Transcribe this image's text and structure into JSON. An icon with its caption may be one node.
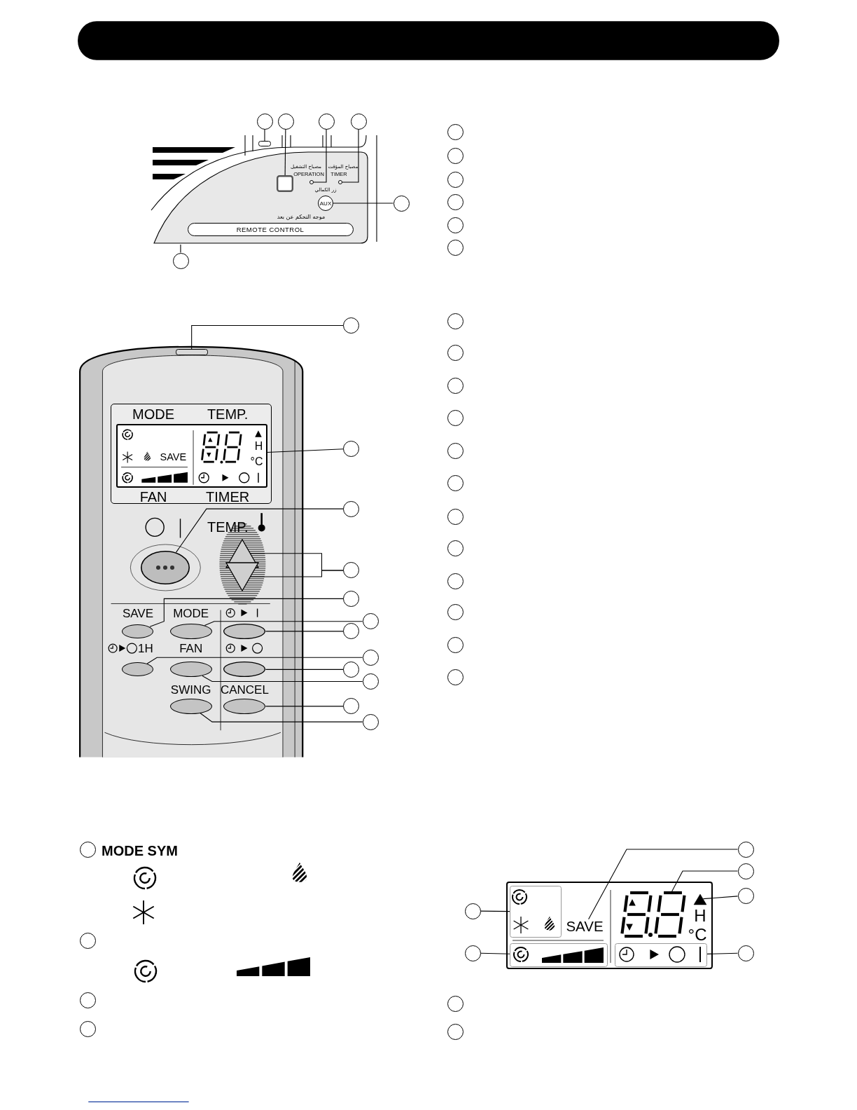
{
  "diagram": {
    "nodes": [
      {
        "text": [],
        "shape": "box"
      },
      {
        "text": [],
        "shape": "box"
      },
      {
        "text": [],
        "shape": "box",
        "in": 0
      },
      {
        "text": [],
        "shape": "circle",
        "in": 0,
        "beside": [
          "مصباح التشغيل",
          "OPERATION"
        ]
      },
      {
        "text": [],
        "shape": "circle",
        "in": 0,
        "beside": [
          "مصباح المؤقت",
          "TIMER"
        ]
      },
      {
        "text": [
          "AUX"
        ],
        "in": 0,
        "beside": [
          "زر الكمالي"
        ]
      },
      {
        "text": [
          "REMOTE CONTROL"
        ],
        "in": 0
      },
      {
        "text": [],
        "shape": "circle"
      },
      {
        "text": [],
        "shape": "circle"
      },
      {
        "text": [],
        "shape": "circle"
      },
      {
        "text": [],
        "shape": "circle"
      },
      {
        "text": [],
        "shape": "circle"
      },
      {
        "text": [],
        "shape": "circle"
      },
      {
        "text": [],
        "shape": "circle"
      },
      {
        "text": [],
        "shape": "circle"
      },
      {
        "text": [],
        "shape": "circle"
      },
      {
        "text": [],
        "shape": "circle"
      },
      {
        "text": [],
        "shape": "circle"
      },
      {
        "text": [],
        "shape": "circle"
      },
      {
        "text": [],
        "shape": "circle"
      },
      {
        "text": [],
        "shape": "circle"
      },
      {
        "text": [],
        "shape": "circle"
      },
      {
        "text": [],
        "shape": "circle"
      },
      {
        "text": [],
        "shape": "circle"
      },
      {
        "text": [],
        "shape": "circle"
      },
      {
        "text": [],
        "shape": "circle"
      },
      {
        "text": [],
        "shape": "circle"
      },
      {
        "text": [],
        "shape": "circle"
      },
      {
        "text": [],
        "shape": "circle"
      },
      {
        "text": [],
        "shape": "circle"
      },
      {
        "text": [],
        "shape": "circle"
      },
      {
        "text": [
          "MODE",
          "TEMP.",
          "FAN",
          "TIMER"
        ]
      },
      {
        "text": [
          "SAVE",
          "H",
          "°C"
        ],
        "in": 31
      },
      {
        "text": [],
        "shape": "oval"
      },
      {
        "text": [],
        "shape": "triangle"
      },
      {
        "text": [],
        "shape": "triangle"
      },
      {
        "text": [
          "SAVE"
        ]
      },
      {
        "text": [
          "MODE"
        ]
      },
      {
        "text": [],
        "shape": "oval"
      },
      {
        "text": [
          "1H"
        ]
      },
      {
        "text": [
          "FAN"
        ]
      },
      {
        "text": [],
        "shape": "oval"
      },
      {
        "text": [
          "SWING"
        ]
      },
      {
        "text": [
          "CANCEL"
        ]
      },
      {
        "text": [],
        "shape": "circle"
      },
      {
        "text": [],
        "shape": "circle"
      },
      {
        "text": [],
        "shape": "circle"
      },
      {
        "text": [],
        "shape": "circle"
      },
      {
        "text": [],
        "shape": "circle"
      },
      {
        "text": [],
        "shape": "circle"
      },
      {
        "text": [],
        "shape": "circle"
      },
      {
        "text": [],
        "shape": "circle"
      },
      {
        "text": [],
        "shape": "circle"
      },
      {
        "text": [],
        "shape": "circle"
      },
      {
        "text": [],
        "shape": "circle"
      },
      {
        "text": [],
        "shape": "circle"
      },
      {
        "text": [],
        "shape": "circle",
        "beside": [
          "MODE SYM"
        ]
      },
      {
        "text": [],
        "shape": "circle"
      },
      {
        "text": [],
        "shape": "circle"
      },
      {
        "text": [],
        "shape": "circle"
      },
      {
        "text": [
          "H",
          "°C"
        ]
      },
      {
        "text": [],
        "shape": "box",
        "in": 60
      },
      {
        "text": [],
        "shape": "box",
        "in": 60
      },
      {
        "text": [],
        "shape": "box",
        "in": 60
      },
      {
        "text": [
          "SAVE"
        ],
        "in": 60
      },
      {
        "text": [],
        "shape": "circle"
      },
      {
        "text": [],
        "shape": "circle"
      },
      {
        "text": [],
        "shape": "circle"
      },
      {
        "text": [],
        "shape": "circle"
      },
      {
        "text": [],
        "shape": "circle"
      },
      {
        "text": [],
        "shape": "circle"
      },
      {
        "text": [],
        "shape": "circle"
      },
      {
        "text": [],
        "shape": "circle"
      },
      {
        "text": [],
        "shape": "box"
      },
      {
        "text": [],
        "shape": "digits",
        "in": 60
      },
      {
        "text": [],
        "shape": "triangle",
        "in": 60
      }
    ],
    "edges": [
      {
        "from": 7,
        "to": 1,
        "arrow": "none"
      },
      {
        "from": 8,
        "to": 2,
        "arrow": "none"
      },
      {
        "from": 9,
        "to": 3,
        "arrow": "none"
      },
      {
        "from": 10,
        "to": 4,
        "arrow": "none"
      },
      {
        "from": 11,
        "to": 5,
        "arrow": "none"
      },
      {
        "from": 12,
        "to": 0,
        "arrow": "none"
      },
      {
        "from": 44,
        "to": 73,
        "arrow": "none"
      },
      {
        "from": 45,
        "to": 32,
        "arrow": "none"
      },
      {
        "from": 46,
        "to": 33,
        "arrow": "none"
      },
      {
        "from": 47,
        "to": 34,
        "arrow": "none"
      },
      {
        "from": 47,
        "to": 35,
        "arrow": "none"
      },
      {
        "from": 48,
        "to": 36,
        "arrow": "none"
      },
      {
        "from": 49,
        "to": 37,
        "arrow": "none"
      },
      {
        "from": 50,
        "to": 38,
        "arrow": "none"
      },
      {
        "from": 51,
        "to": 39,
        "arrow": "none"
      },
      {
        "from": 52,
        "to": 41,
        "arrow": "none"
      },
      {
        "from": 53,
        "to": 40,
        "arrow": "none"
      },
      {
        "from": 54,
        "to": 43,
        "arrow": "none"
      },
      {
        "from": 55,
        "to": 42,
        "arrow": "none"
      },
      {
        "from": 65,
        "to": 64,
        "arrow": "none"
      },
      {
        "from": 66,
        "to": 74,
        "arrow": "none"
      },
      {
        "from": 67,
        "to": 75,
        "arrow": "none"
      },
      {
        "from": 68,
        "to": 61,
        "arrow": "none"
      },
      {
        "from": 69,
        "to": 62,
        "arrow": "none"
      },
      {
        "from": 70,
        "to": 63,
        "arrow": "none"
      }
    ],
    "labels": [
      "موجه التحكم عن بعد",
      "TEMP."
    ]
  }
}
